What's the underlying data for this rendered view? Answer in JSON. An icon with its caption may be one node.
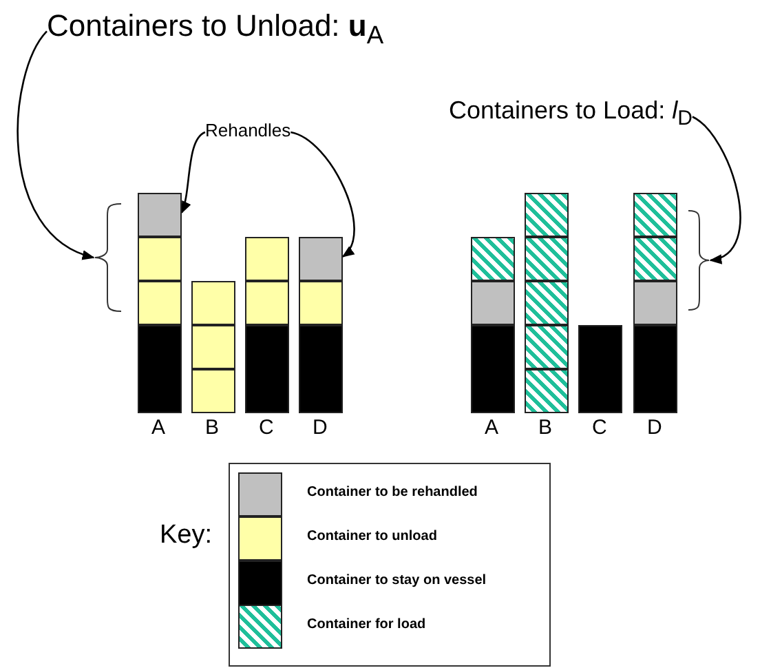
{
  "diagram": {
    "nodes": [
      {
        "text": [
          "Containers to Unload: **u**$_{A}$"
        ]
      },
      {
        "text": [
          "Containers to Load: *l*$_{D}$"
        ]
      },
      {
        "text": [
          "Rehandles"
        ]
      },
      {
        "text": [],
        "shape": "bracket"
      },
      {
        "text": [],
        "shape": "box"
      },
      {
        "text": [],
        "shape": "box"
      },
      {
        "text": [],
        "shape": "box"
      },
      {
        "text": [],
        "shape": "box"
      },
      {
        "text": [],
        "shape": "bracket"
      }
    ],
    "edges": [
      {
        "from": 0,
        "to": 3,
        "arrow": "to"
      },
      {
        "from": 2,
        "to": 4,
        "arrow": "to"
      },
      {
        "from": 2,
        "to": 5,
        "arrow": "to"
      },
      {
        "from": 1,
        "to": 8,
        "arrow": "to"
      }
    ],
    "labels": [
      "A",
      "B",
      "C",
      "D",
      "A",
      "B",
      "C",
      "D",
      "Key:"
    ],
    "legend": [
      {
        "text": "Container to be rehandled",
        "color": "#c0c0c0"
      },
      {
        "text": "Container to unload",
        "color": "#ffffa8"
      },
      {
        "text": "Container to stay on vessel",
        "color": "#000000"
      },
      {
        "text": "Container for load"
      }
    ]
  }
}
